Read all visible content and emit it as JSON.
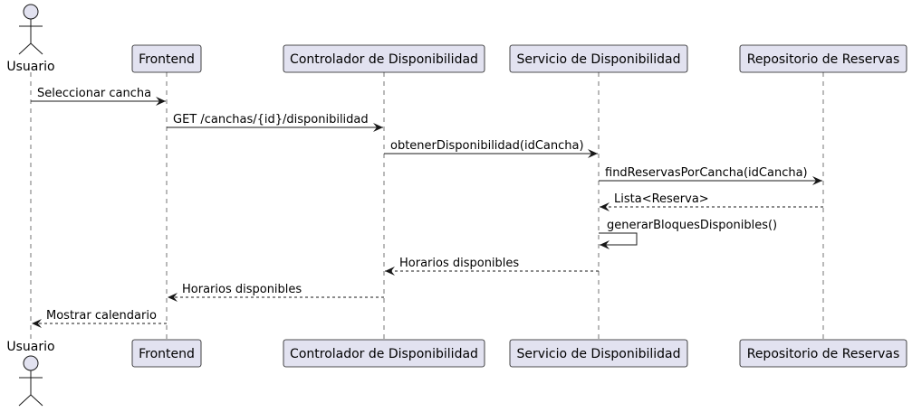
{
  "diagram": {
    "type": "sequence",
    "participants": [
      {
        "id": "usuario",
        "label": "Usuario",
        "kind": "actor"
      },
      {
        "id": "frontend",
        "label": "Frontend",
        "kind": "participant"
      },
      {
        "id": "controlador",
        "label": "Controlador de Disponibilidad",
        "kind": "participant"
      },
      {
        "id": "servicio",
        "label": "Servicio de Disponibilidad",
        "kind": "participant"
      },
      {
        "id": "repositorio",
        "label": "Repositorio de Reservas",
        "kind": "participant"
      }
    ],
    "messages": [
      {
        "from": "usuario",
        "to": "frontend",
        "label": "Seleccionar cancha",
        "style": "solid"
      },
      {
        "from": "frontend",
        "to": "controlador",
        "label": "GET /canchas/{id}/disponibilidad",
        "style": "solid"
      },
      {
        "from": "controlador",
        "to": "servicio",
        "label": "obtenerDisponibilidad(idCancha)",
        "style": "solid"
      },
      {
        "from": "servicio",
        "to": "repositorio",
        "label": "findReservasPorCancha(idCancha)",
        "style": "solid"
      },
      {
        "from": "repositorio",
        "to": "servicio",
        "label": "Lista<Reserva>",
        "style": "dashed"
      },
      {
        "from": "servicio",
        "to": "servicio",
        "label": "generarBloquesDisponibles()",
        "style": "solid"
      },
      {
        "from": "servicio",
        "to": "controlador",
        "label": "Horarios disponibles",
        "style": "dashed"
      },
      {
        "from": "controlador",
        "to": "frontend",
        "label": "Horarios disponibles",
        "style": "dashed"
      },
      {
        "from": "frontend",
        "to": "usuario",
        "label": "Mostrar calendario",
        "style": "dashed"
      }
    ]
  }
}
